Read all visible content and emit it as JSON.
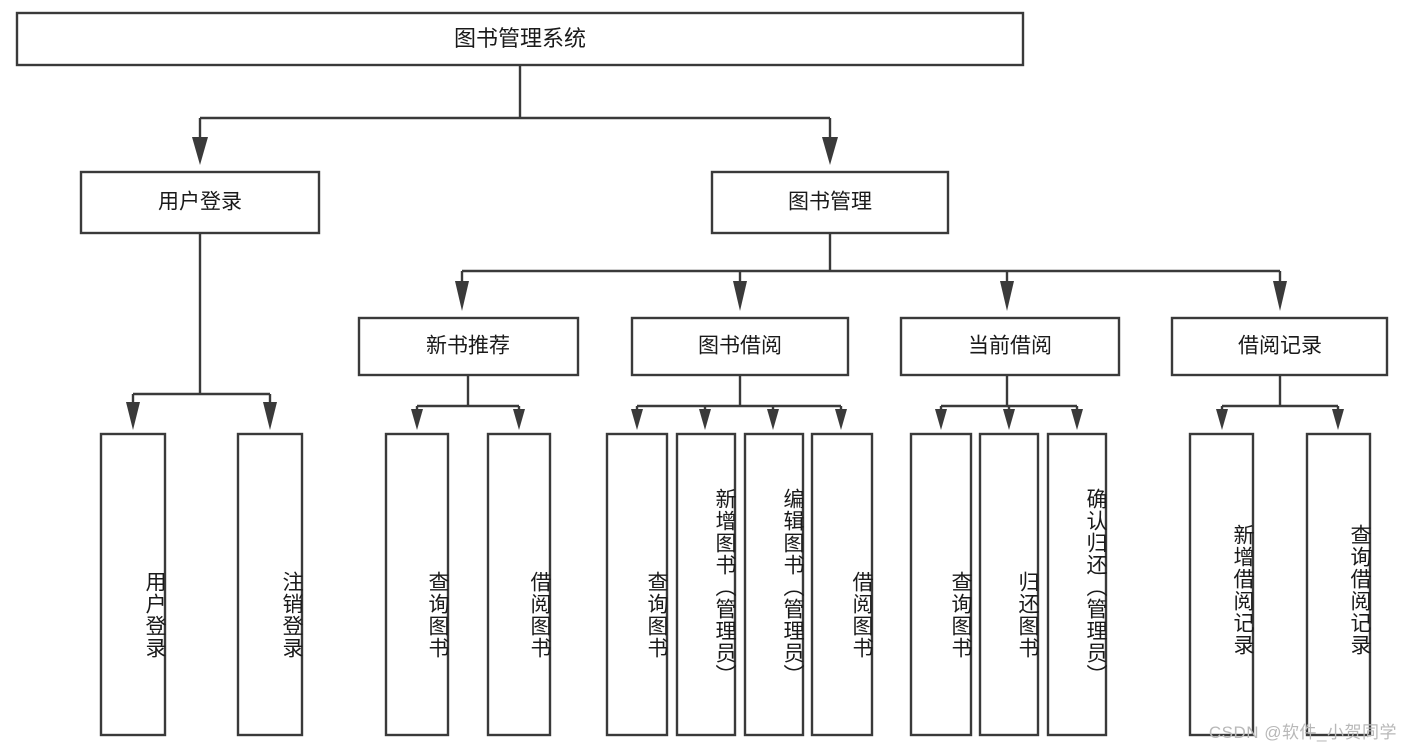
{
  "diagram": {
    "type": "tree-hierarchy",
    "orientation": "top-down",
    "root": {
      "label": "图书管理系统"
    },
    "level2": [
      {
        "label": "用户登录"
      },
      {
        "label": "图书管理"
      }
    ],
    "level3": [
      {
        "label": "新书推荐"
      },
      {
        "label": "图书借阅"
      },
      {
        "label": "当前借阅"
      },
      {
        "label": "借阅记录"
      }
    ],
    "leaves": {
      "user_login": [
        {
          "label": "用户登录"
        },
        {
          "label": "注销登录"
        }
      ],
      "new_book_recommend": [
        {
          "label": "查询图书"
        },
        {
          "label": "借阅图书"
        }
      ],
      "book_borrow": [
        {
          "label": "查询图书"
        },
        {
          "label": "新增图书（管理员）"
        },
        {
          "label": "编辑图书（管理员）"
        },
        {
          "label": "借阅图书"
        }
      ],
      "current_borrow": [
        {
          "label": "查询图书"
        },
        {
          "label": "归还图书"
        },
        {
          "label": "确认归还（管理员）"
        }
      ],
      "borrow_record": [
        {
          "label": "新增借阅记录"
        },
        {
          "label": "查询借阅记录"
        }
      ]
    }
  },
  "watermark": {
    "text": "CSDN @软件_小贺同学"
  },
  "colors": {
    "box_stroke": "#3a3a3a",
    "box_fill": "#ffffff",
    "text": "#1a1a1a",
    "watermark": "#b8b8b8",
    "background": "#ffffff"
  }
}
